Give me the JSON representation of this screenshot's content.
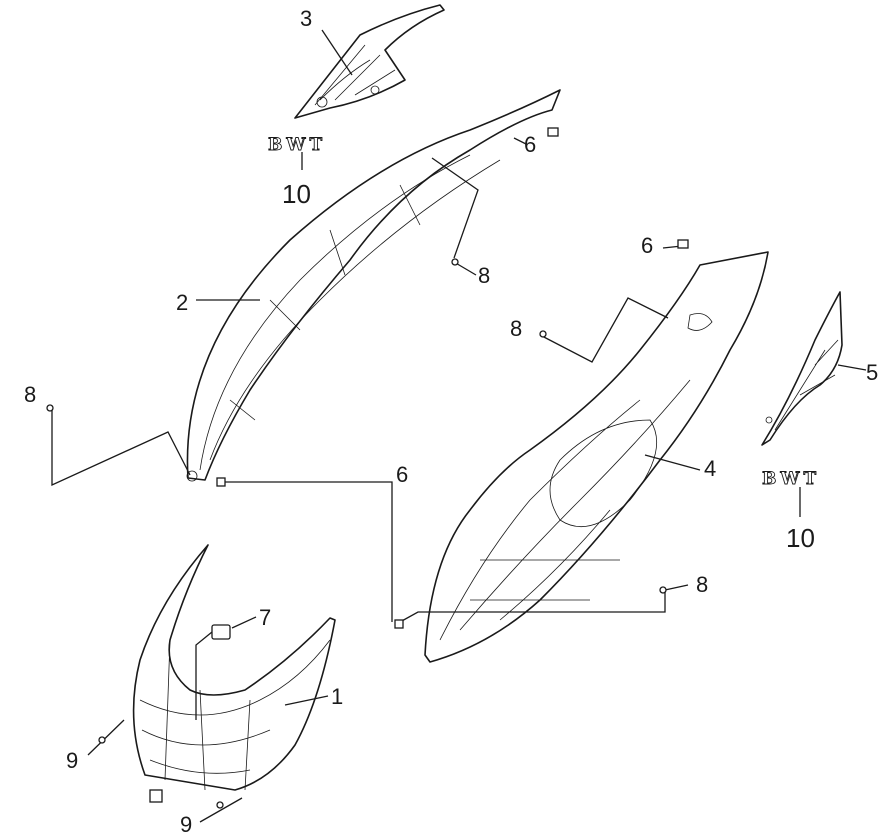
{
  "callouts": {
    "p1": "1",
    "p2": "2",
    "p3": "3",
    "p4": "4",
    "p5": "5",
    "p6a": "6",
    "p6b": "6",
    "p6c": "6",
    "p7": "7",
    "p8a": "8",
    "p8b": "8",
    "p8c": "8",
    "p8d": "8",
    "p9a": "9",
    "p9b": "9",
    "p10a": "10",
    "p10b": "10"
  },
  "emblems": {
    "left": "BWT",
    "right": "BWT"
  }
}
